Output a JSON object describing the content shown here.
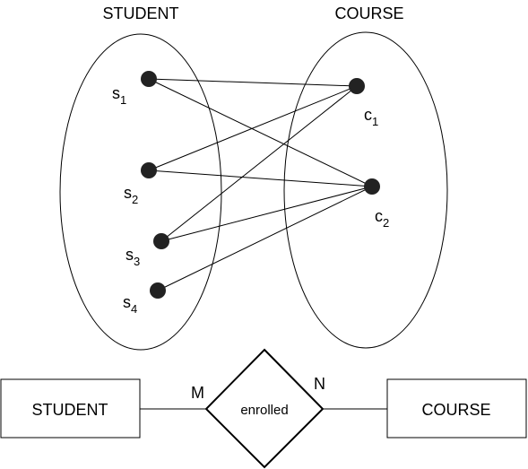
{
  "sets": {
    "student_title": "STUDENT",
    "course_title": "COURSE"
  },
  "students": [
    {
      "letter": "s",
      "sub": "1"
    },
    {
      "letter": "s",
      "sub": "2"
    },
    {
      "letter": "s",
      "sub": "3"
    },
    {
      "letter": "s",
      "sub": "4"
    }
  ],
  "courses": [
    {
      "letter": "c",
      "sub": "1"
    },
    {
      "letter": "c",
      "sub": "2"
    }
  ],
  "enrollments": [
    [
      "s1",
      "c1"
    ],
    [
      "s1",
      "c2"
    ],
    [
      "s2",
      "c1"
    ],
    [
      "s2",
      "c2"
    ],
    [
      "s3",
      "c1"
    ],
    [
      "s3",
      "c2"
    ],
    [
      "s4",
      "c2"
    ]
  ],
  "er": {
    "entity_left": "STUDENT",
    "relationship": "enrolled",
    "entity_right": "COURSE",
    "card_left": "M",
    "card_right": "N"
  }
}
